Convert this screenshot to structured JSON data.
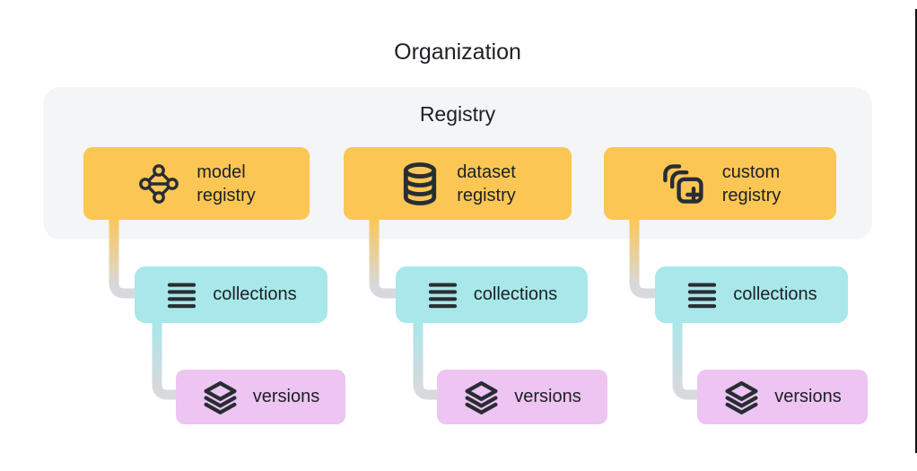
{
  "title": "Organization",
  "registry_panel": {
    "label": "Registry"
  },
  "columns": [
    {
      "registry": {
        "icon": "model-icon",
        "lines": [
          "model",
          "registry"
        ]
      },
      "collections": {
        "icon": "list-icon",
        "label": "collections"
      },
      "versions": {
        "icon": "layers-icon",
        "label": "versions"
      }
    },
    {
      "registry": {
        "icon": "database-icon",
        "lines": [
          "dataset",
          "registry"
        ]
      },
      "collections": {
        "icon": "list-icon",
        "label": "collections"
      },
      "versions": {
        "icon": "layers-icon",
        "label": "versions"
      }
    },
    {
      "registry": {
        "icon": "copy-plus-icon",
        "lines": [
          "custom",
          "registry"
        ]
      },
      "collections": {
        "icon": "list-icon",
        "label": "collections"
      },
      "versions": {
        "icon": "layers-icon",
        "label": "versions"
      }
    }
  ],
  "colors": {
    "registry_node": "#fcc654",
    "collections_node": "#a8e7ea",
    "versions_node": "#edc4f2",
    "panel_background": "#f4f5f6",
    "connector_gray": "#d7d9dd",
    "icon_dark": "#282d33",
    "text_dark": "#1d2024",
    "right_border": "#141414"
  }
}
